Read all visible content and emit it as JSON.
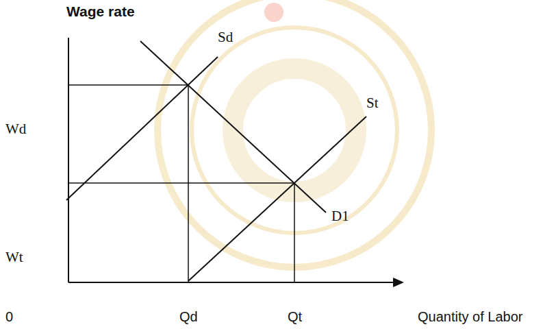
{
  "diagram": {
    "labels": [
      "Wage rate",
      "Sd",
      "St",
      "Wd",
      "D1",
      "Wt",
      "0",
      "Qd",
      "Qt",
      "Quantity of Labor"
    ]
  }
}
